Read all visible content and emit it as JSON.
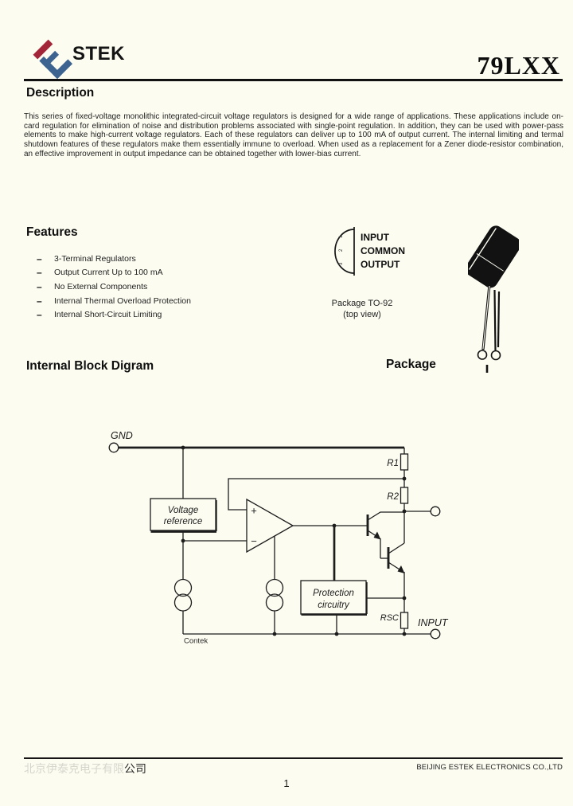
{
  "header": {
    "brand": "STEK",
    "part_number": "79LXX",
    "logo_colors": {
      "red": "#A32638",
      "blue": "#3D6391"
    }
  },
  "description": {
    "heading": "Description",
    "body": "This series of  fixed-voltage monolithic integrated-circuit voltage regulators is designed for a wide range of applications. These applications include on-card regulation for elimination of noise and distribution problems associated with single-point regulation. In addition, they can be used with power-pass elements to make high-current voltage regulators. Each of these regulators can deliver up to 100 mA of output current. The internal limiting and termal shutdown features of these regulators make them essentially immune to overload. When used as a replacement for a Zener diode-resistor combination, an effective improvement in output impedance can be obtained together with lower-bias current."
  },
  "features": {
    "heading": "Features",
    "bullet": "–",
    "items": [
      "3-Terminal Regulators",
      "Output Current Up to 100 mA",
      "No External Components",
      "Internal Thermal Overload Protection",
      "Internal Short-Circuit Limiting"
    ]
  },
  "package_top_view": {
    "pins": [
      {
        "number": "1",
        "label": "INPUT"
      },
      {
        "number": "2",
        "label": "COMMON"
      },
      {
        "number": "3",
        "label": "OUTPUT"
      }
    ],
    "caption_line1": "Package TO-92",
    "caption_line2": "(top view)"
  },
  "block_diagram": {
    "heading": "Internal Block Digram",
    "labels": {
      "gnd": "GND",
      "r1": "R1",
      "r2": "R2",
      "rsc": "RSC",
      "input": "INPUT",
      "voltage_reference_line1": "Voltage",
      "voltage_reference_line2": "reference",
      "protection_line1": "Protection",
      "protection_line2": "circuitry",
      "opamp_plus": "+",
      "opamp_minus": "−",
      "watermark": "Contek"
    }
  },
  "package_section": {
    "heading": "Package"
  },
  "footer": {
    "company_cn_faded": "北京伊泰克电子有限",
    "company_cn": "公司",
    "company_en": "BEIJING ESTEK ELECTRONICS CO.,LTD",
    "page_number": "1"
  }
}
